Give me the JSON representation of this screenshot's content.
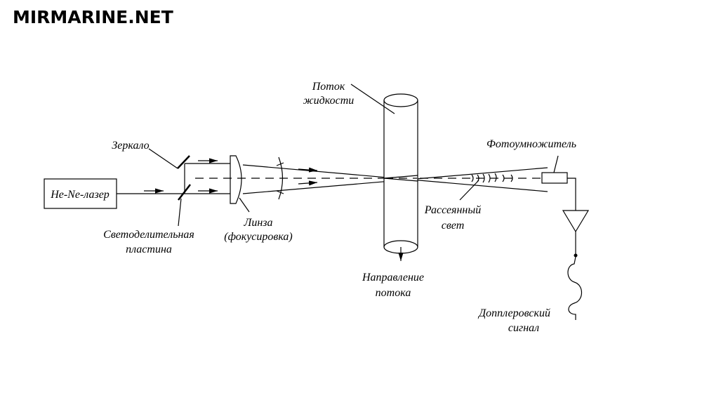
{
  "watermark": "MIRMARINE.NET",
  "labels": {
    "laser": "He-Ne-лазер",
    "mirror": "Зеркало",
    "splitter_line1": "Светоделительная",
    "splitter_line2": "пластина",
    "lens_line1": "Линза",
    "lens_line2": "(фокусировка)",
    "flow_line1": "Поток",
    "flow_line2": "жидкости",
    "flow_dir_line1": "Направление",
    "flow_dir_line2": "потока",
    "scattered_line1": "Рассеянный",
    "scattered_line2": "свет",
    "pmt": "Фотоумножитель",
    "doppler_line1": "Допплеровский",
    "doppler_line2": "сигнал"
  }
}
